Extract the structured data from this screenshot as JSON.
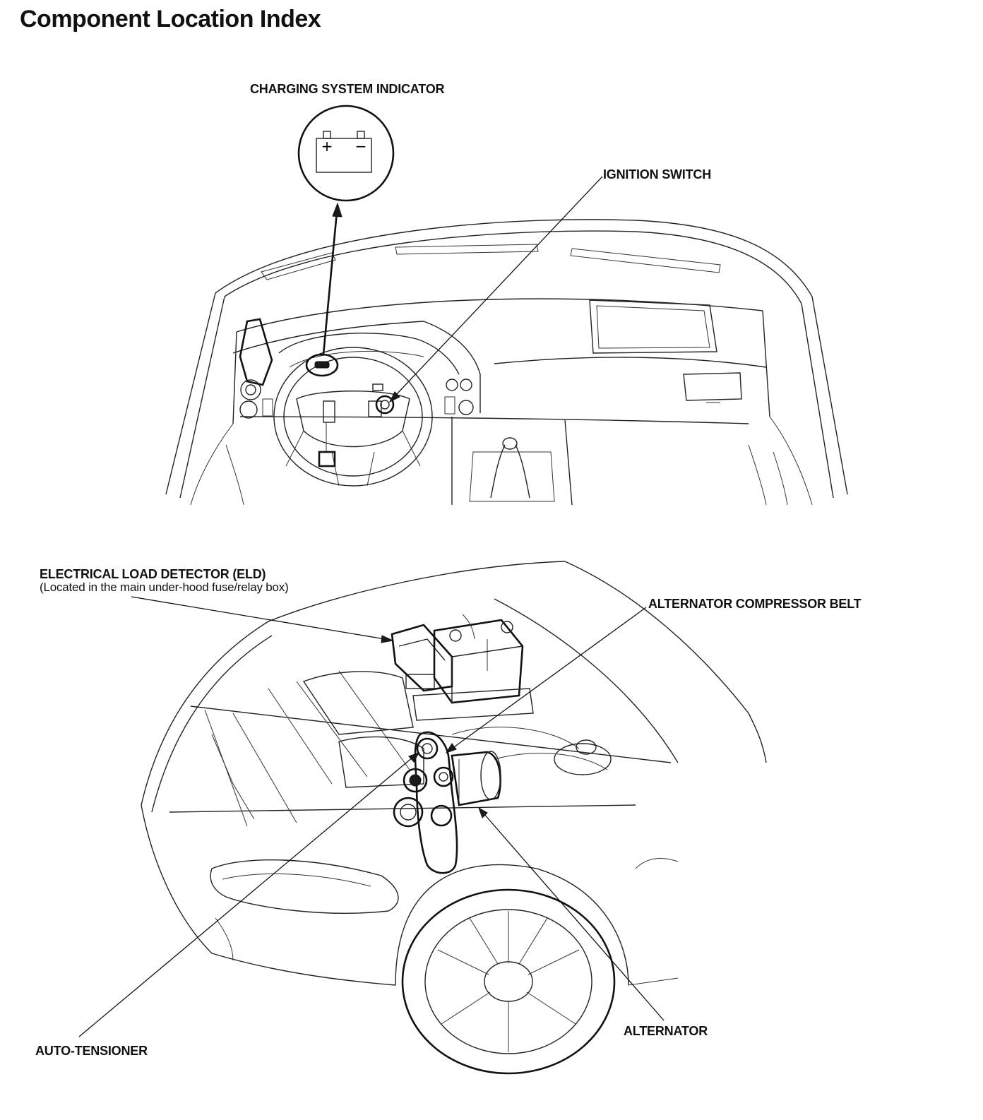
{
  "page": {
    "title": "Component Location Index"
  },
  "callouts": {
    "charging_system_indicator": "CHARGING SYSTEM INDICATOR",
    "ignition_switch": "IGNITION SWITCH",
    "eld_title": "ELECTRICAL LOAD DETECTOR (ELD)",
    "eld_note": "(Located in the main under-hood fuse/relay box)",
    "alternator_compressor_belt": "ALTERNATOR COMPRESSOR BELT",
    "alternator": "ALTERNATOR",
    "auto_tensioner": "AUTO-TENSIONER"
  },
  "indicator_symbol": {
    "plus": "+",
    "minus": "−"
  }
}
